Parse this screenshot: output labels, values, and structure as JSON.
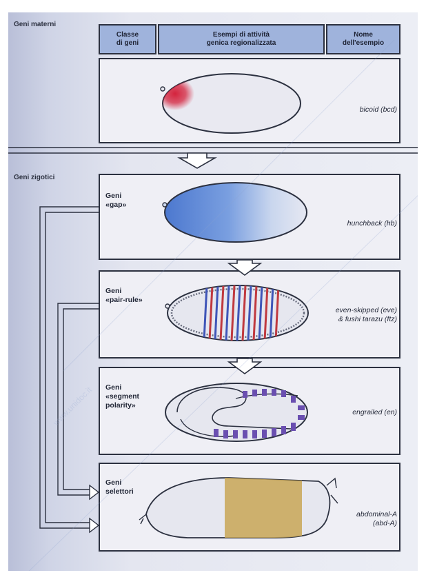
{
  "headers": {
    "class": "Classe\ndi geni",
    "activity": "Esempi di attività\ngenica regionalizzata",
    "name": "Nome\ndell'esempio"
  },
  "sections": {
    "maternal": "Geni materni",
    "zygotic": "Geni zigotici"
  },
  "rows": [
    {
      "class_label": "",
      "example": "bicoid (bcd)"
    },
    {
      "class_label": "Geni\n«gap»",
      "example": "hunchback (hb)"
    },
    {
      "class_label": "Geni\n«pair-rule»",
      "example": "even-skipped (eve)\n& fushi tarazu (ftz)"
    },
    {
      "class_label": "Geni\n«segment\npolarity»",
      "example": "engrailed (en)"
    },
    {
      "class_label": "Geni\nselettori",
      "example": "abdominal-A\n(abd-A)"
    }
  ],
  "watermark": "www.unidoc.it",
  "colors": {
    "header_fill": "#9fb3dc",
    "bicoid": "#d4233d",
    "hunchback": "#4c78cf",
    "eve": "#c0393f",
    "ftz": "#3f55b8",
    "engrailed": "#6a4fb0",
    "abd_a": "#c8a656"
  }
}
